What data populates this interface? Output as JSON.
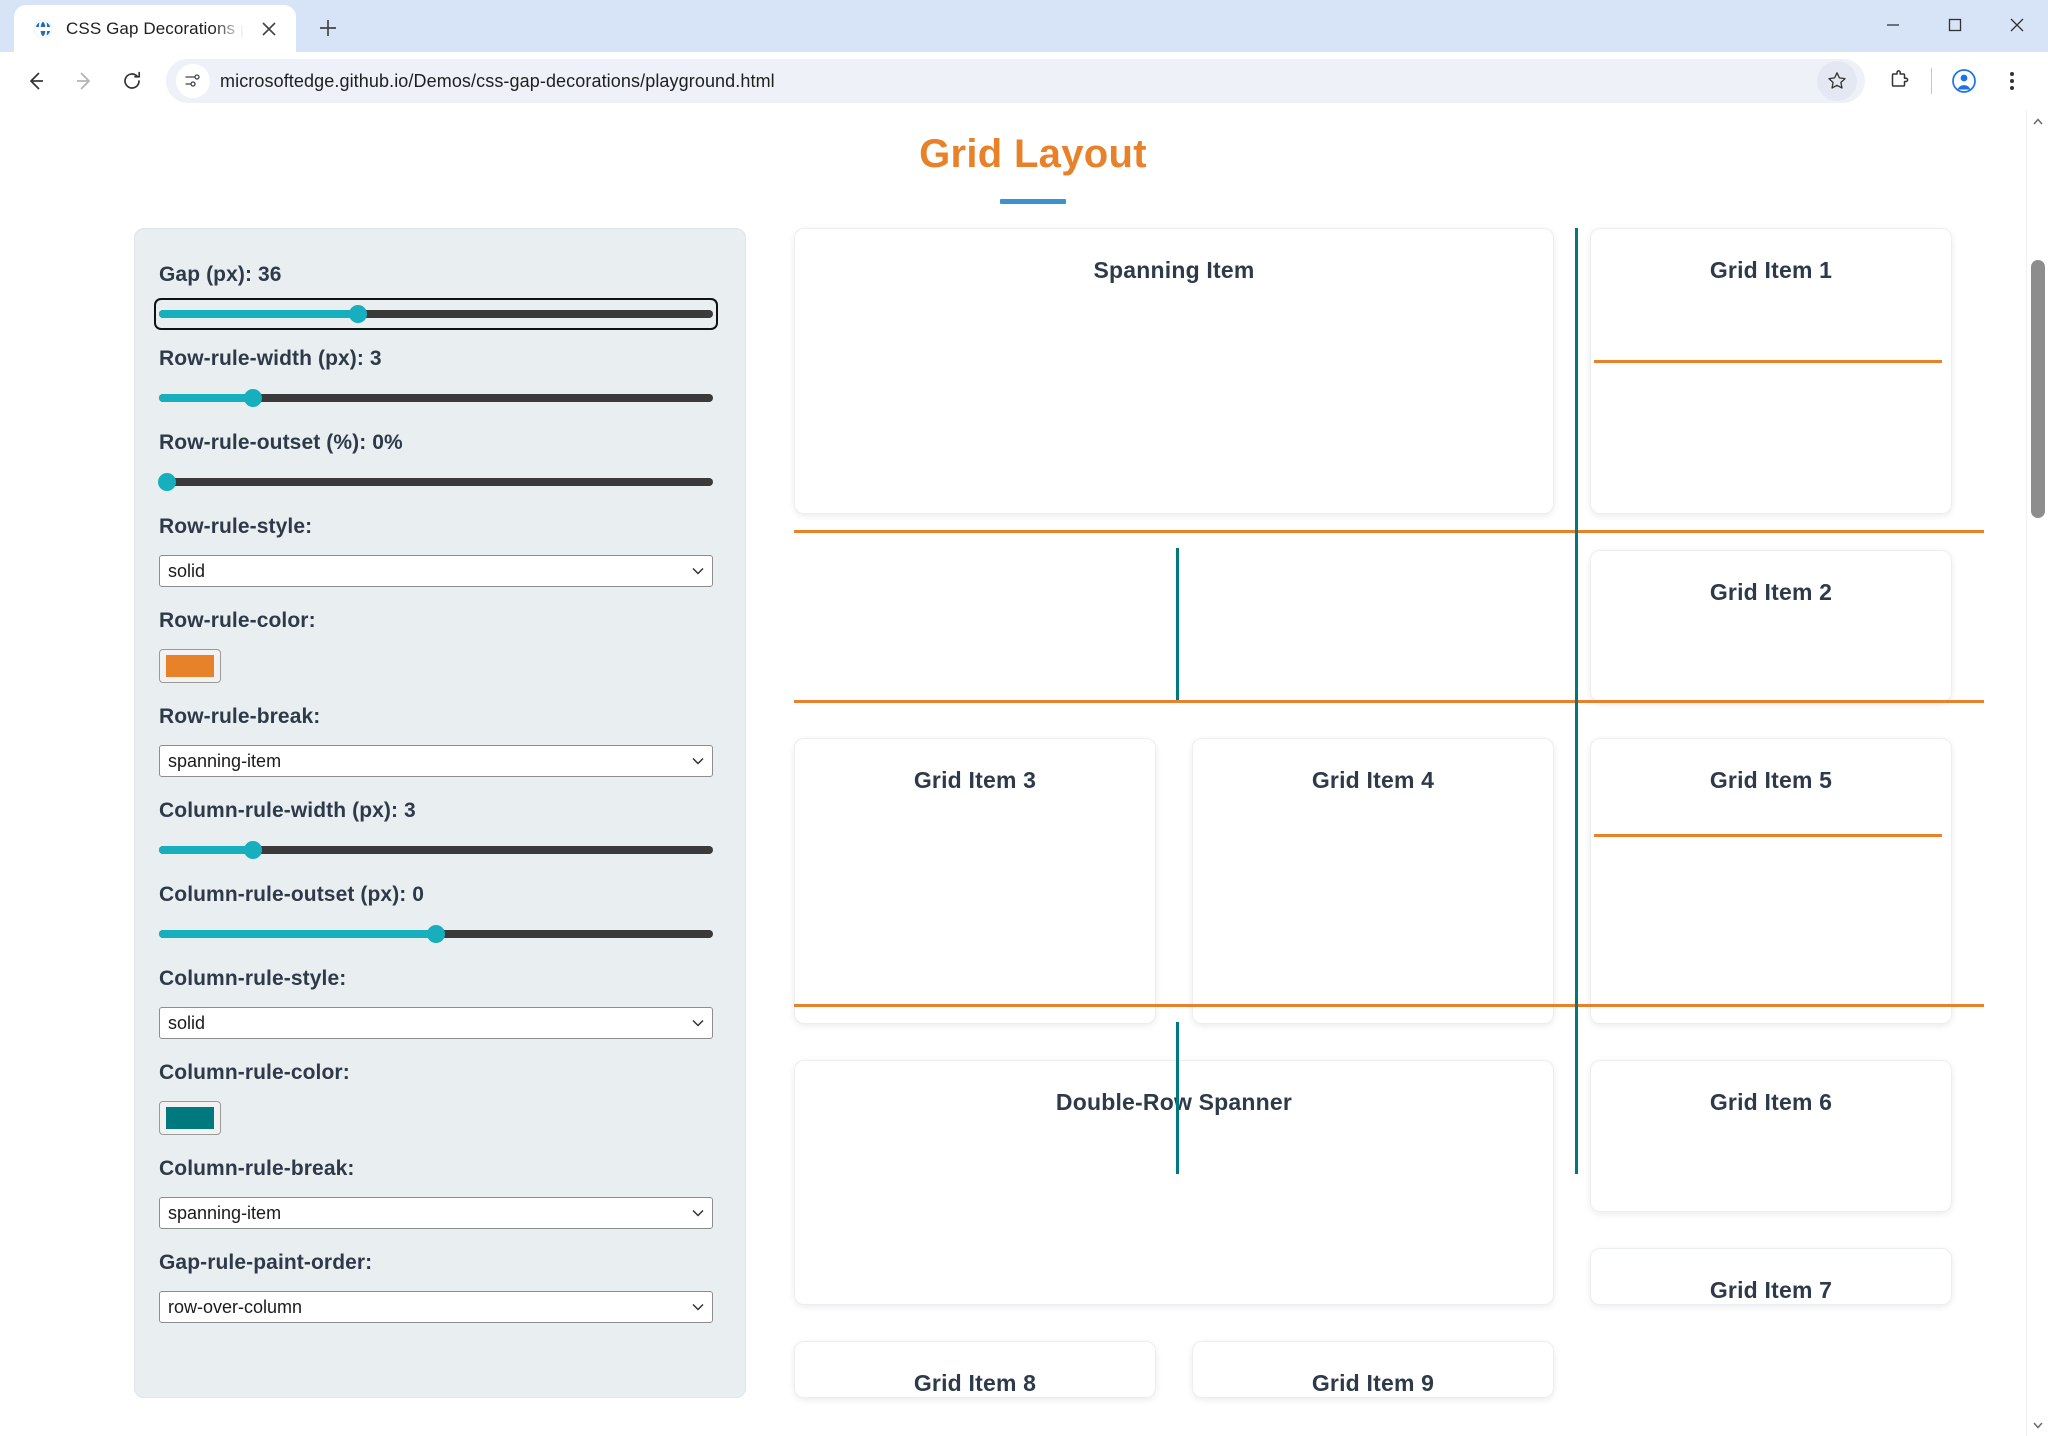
{
  "browser": {
    "tab": {
      "title": "CSS Gap Decorations playground",
      "favicon_icon": "globe-icon",
      "close_icon": "close-icon"
    },
    "newtab_icon": "plus-icon",
    "window_controls": {
      "minimize": "minimize-icon",
      "maximize": "maximize-icon",
      "close": "window-close-icon"
    },
    "nav": {
      "back": "back-arrow-icon",
      "forward": "forward-arrow-icon",
      "reload": "reload-icon"
    },
    "omnibox": {
      "url": "microsoftedge.github.io/Demos/css-gap-decorations/playground.html",
      "site_info_icon": "site-settings-icon",
      "bookmark_icon": "star-icon"
    },
    "toolbar_icons": [
      "extensions-icon",
      "profile-icon",
      "more-menu-icon"
    ]
  },
  "page": {
    "title": "Grid Layout",
    "controls": [
      {
        "id": "gap",
        "type": "slider",
        "label": "Gap (px): 36",
        "value": 36,
        "min": 0,
        "max": 100,
        "percent": 36,
        "focused": true
      },
      {
        "id": "row-rule-width",
        "type": "slider",
        "label": "Row-rule-width (px): 3",
        "value": 3,
        "min": 0,
        "max": 20,
        "percent": 17,
        "focused": false
      },
      {
        "id": "row-rule-outset",
        "type": "slider",
        "label": "Row-rule-outset (%): 0%",
        "value": 0,
        "min": 0,
        "max": 100,
        "percent": 0,
        "focused": false
      },
      {
        "id": "row-rule-style",
        "type": "select",
        "label": "Row-rule-style:",
        "value": "solid"
      },
      {
        "id": "row-rule-color",
        "type": "color",
        "label": "Row-rule-color:",
        "value": "#E8822A"
      },
      {
        "id": "row-rule-break",
        "type": "select",
        "label": "Row-rule-break:",
        "value": "spanning-item"
      },
      {
        "id": "column-rule-width",
        "type": "slider",
        "label": "Column-rule-width (px): 3",
        "value": 3,
        "min": 0,
        "max": 20,
        "percent": 17,
        "focused": false
      },
      {
        "id": "column-rule-outset",
        "type": "slider",
        "label": "Column-rule-outset (px): 0",
        "value": 0,
        "min": -50,
        "max": 50,
        "percent": 50,
        "focused": false
      },
      {
        "id": "column-rule-style",
        "type": "select",
        "label": "Column-rule-style:",
        "value": "solid"
      },
      {
        "id": "column-rule-color",
        "type": "color",
        "label": "Column-rule-color:",
        "value": "#00797E"
      },
      {
        "id": "column-rule-break",
        "type": "select",
        "label": "Column-rule-break:",
        "value": "spanning-item"
      },
      {
        "id": "gap-rule-paint-order",
        "type": "select",
        "label": "Gap-rule-paint-order:",
        "value": "row-over-column"
      }
    ],
    "grid_items": [
      {
        "name": "Spanning Item"
      },
      {
        "name": "Grid Item 1"
      },
      {
        "name": "Grid Item 2"
      },
      {
        "name": "Grid Item 3"
      },
      {
        "name": "Grid Item 4"
      },
      {
        "name": "Grid Item 5"
      },
      {
        "name": "Double-Row Spanner"
      },
      {
        "name": "Grid Item 6"
      },
      {
        "name": "Grid Item 7"
      },
      {
        "name": "Grid Item 8"
      },
      {
        "name": "Grid Item 9"
      }
    ],
    "colors": {
      "title": "#E8822A",
      "title_underline": "#3b92d1",
      "row_rule": "#E8822A",
      "column_rule": "#00797E",
      "slider_fill": "#17AEBE",
      "panel_bg": "#e9eef0"
    }
  }
}
